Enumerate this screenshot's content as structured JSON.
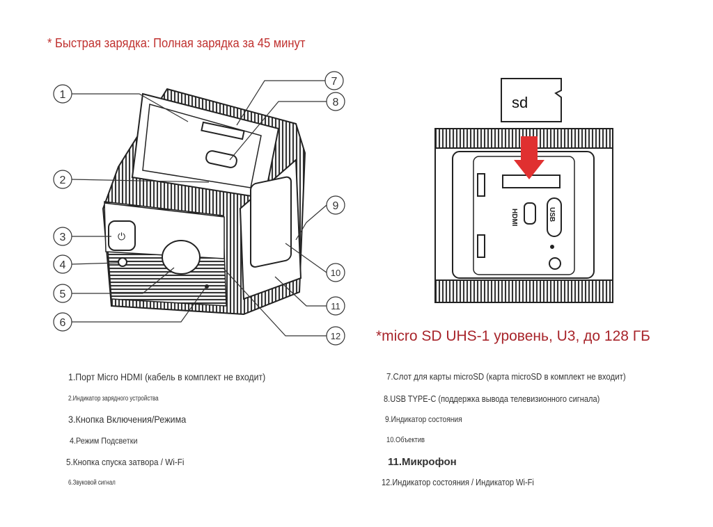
{
  "title": "* Быстрая зарядка: Полная зарядка за 45 минут",
  "sd_note": "*micro SD UHS-1 уровень, U3, до 128 ГБ",
  "callouts": [
    "1",
    "2",
    "3",
    "4",
    "5",
    "6",
    "7",
    "8",
    "9",
    "10",
    "11",
    "12"
  ],
  "device_labels": {
    "sd_card": "sd",
    "hdmi": "HDMI",
    "usb": "USB"
  },
  "descriptions_left": [
    "1.Порт Micro HDMI (кабель в комплект не входит)",
    "2.Индикатор зарядного устройства",
    "3.Кнопка Включения/Режима",
    "4.Режим Подсветки",
    "5.Кнопка спуска затвора / Wi-Fi",
    "6.Звуковой сигнал"
  ],
  "descriptions_right": [
    "7.Слот для карты microSD (карта microSD в комплект не входит)",
    "8.USB TYPE-C (поддержка вывода телевизионного сигнала)",
    "9.Индикатор состояния",
    "10.Объектив",
    "11.Микрофон",
    "12.Индикатор состояния / Индикатор Wi-Fi"
  ],
  "colors": {
    "accent": "#c0312f",
    "sd_note": "#a8252b",
    "arrow": "#e03030"
  }
}
